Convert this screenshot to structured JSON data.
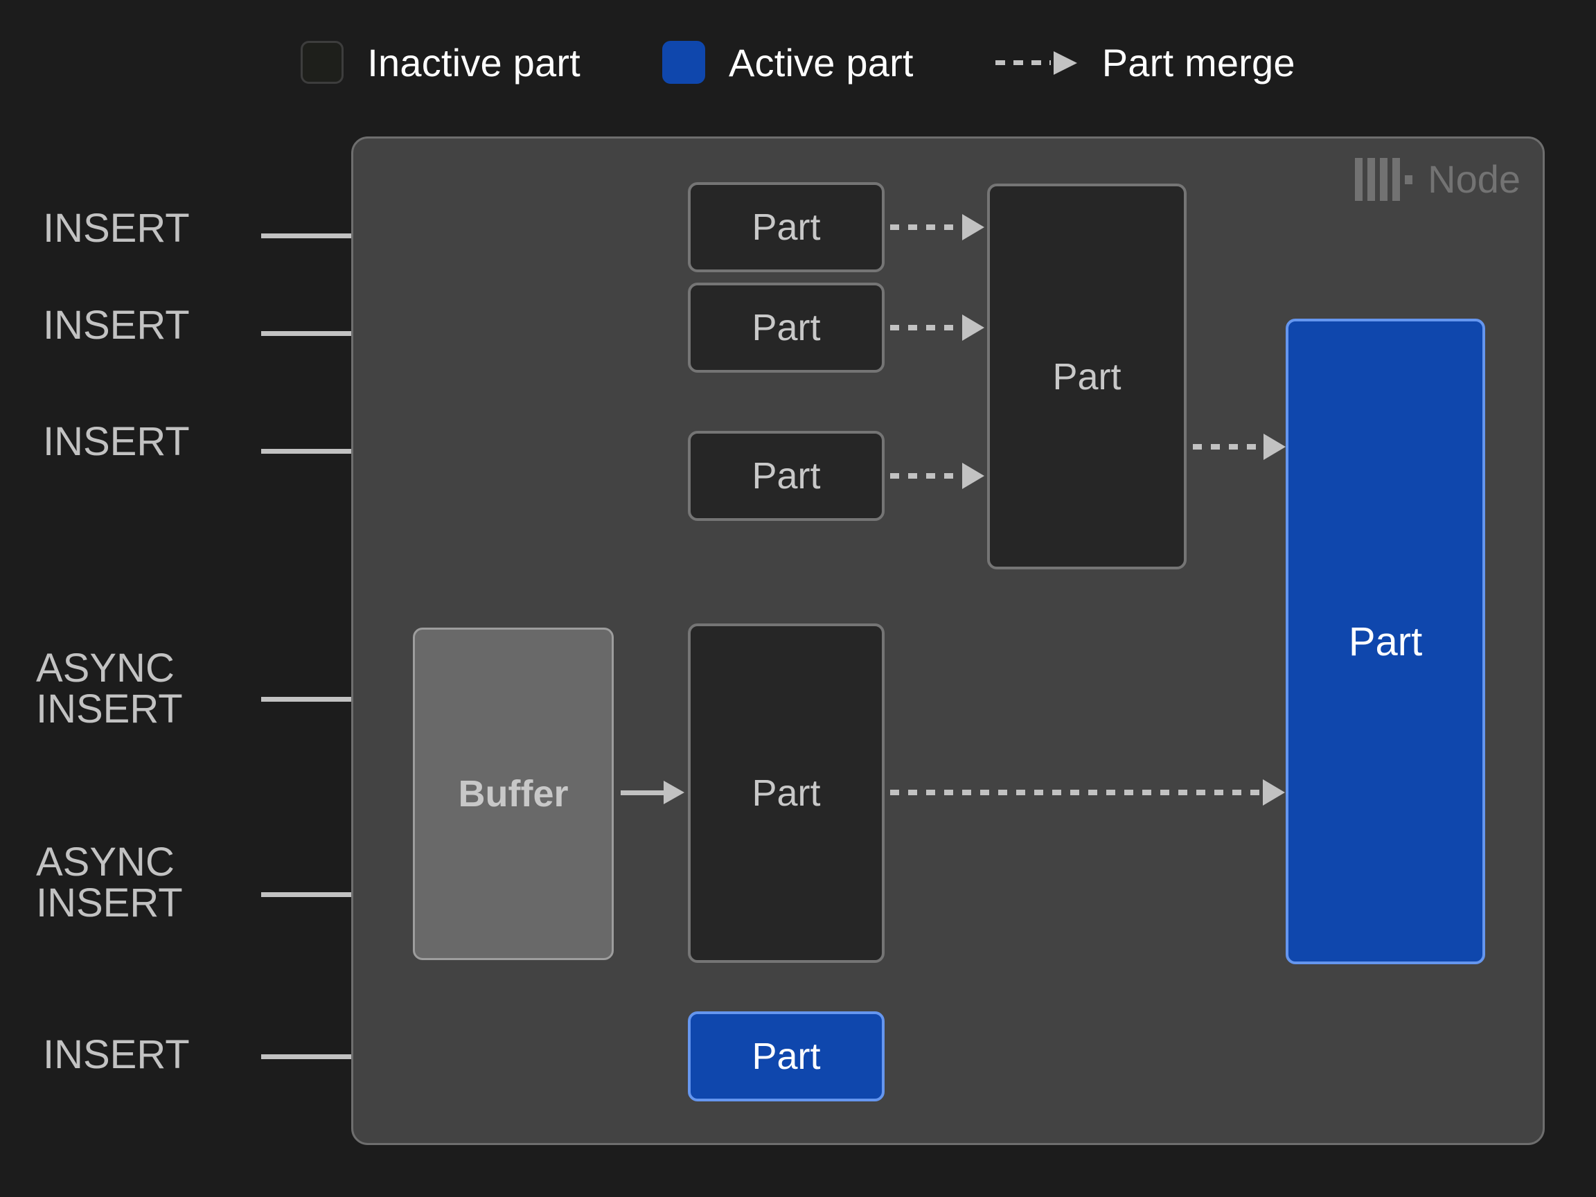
{
  "legend": {
    "items": [
      {
        "id": "inactive-part",
        "label": "Inactive part",
        "type": "swatch",
        "color": "#1e1f1b"
      },
      {
        "id": "active-part",
        "label": "Active part",
        "type": "swatch",
        "color": "#0f47ad"
      },
      {
        "id": "part-merge",
        "label": "Part merge",
        "type": "dashed-arrow",
        "color": "#c2c2c2"
      }
    ]
  },
  "node": {
    "title": "Node",
    "logo": "clickhouse-logo-icon",
    "background": "#434343",
    "border": "#6e6e6e"
  },
  "inputs": [
    {
      "id": "insert-1",
      "label": "INSERT"
    },
    {
      "id": "insert-2",
      "label": "INSERT"
    },
    {
      "id": "insert-3",
      "label": "INSERT"
    },
    {
      "id": "async-insert-1",
      "label": "ASYNC\nINSERT"
    },
    {
      "id": "async-insert-2",
      "label": "ASYNC\nINSERT"
    },
    {
      "id": "insert-4",
      "label": "INSERT"
    }
  ],
  "boxes": {
    "part_1": {
      "label": "Part",
      "state": "inactive"
    },
    "part_2": {
      "label": "Part",
      "state": "inactive"
    },
    "part_3": {
      "label": "Part",
      "state": "inactive"
    },
    "merged_part": {
      "label": "Part",
      "state": "inactive"
    },
    "buffer": {
      "label": "Buffer",
      "state": "buffer"
    },
    "buffer_part": {
      "label": "Part",
      "state": "inactive"
    },
    "final_part": {
      "label": "Part",
      "state": "active"
    },
    "insert_part": {
      "label": "Part",
      "state": "active"
    }
  },
  "colors": {
    "page_background": "#1c1c1c",
    "node_background": "#434343",
    "inactive_fill": "#262626",
    "inactive_border": "#757575",
    "active_fill": "#0f47ad",
    "active_border": "#6596ef",
    "buffer_fill": "#696969",
    "buffer_border": "#9d9d9d",
    "arrow": "#c2c2c2",
    "text_primary": "#ffffff",
    "text_secondary": "#c2c2c2",
    "node_title": "#737373"
  }
}
